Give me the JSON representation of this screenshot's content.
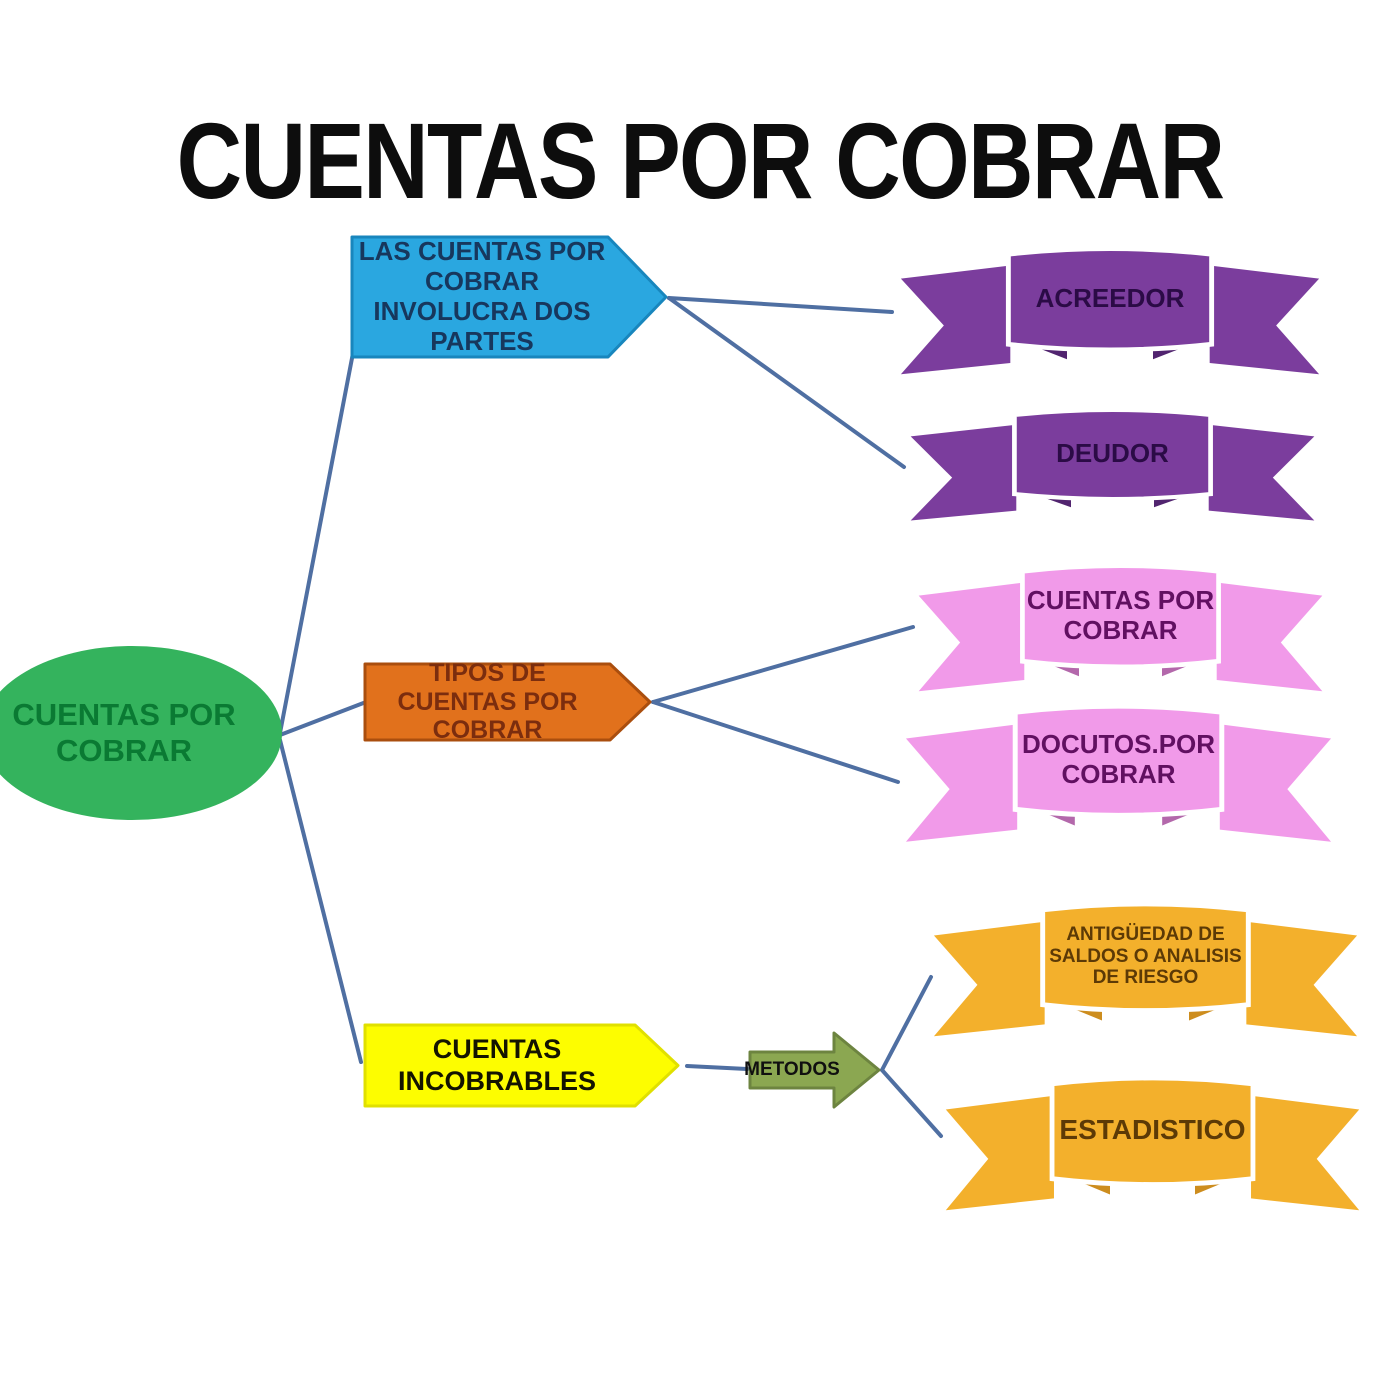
{
  "title": "CUENTAS POR COBRAR",
  "colors": {
    "background": "#ffffff",
    "title_text": "#0d0d0d",
    "connector": "#4f6fa2"
  },
  "nodes": {
    "root": {
      "shape": "ellipse",
      "label": "CUENTAS POR COBRAR",
      "fill": "#34b35d",
      "text_color": "#0a7a33"
    },
    "dos_partes": {
      "shape": "pentagon",
      "label": "LAS CUENTAS POR COBRAR INVOLUCRA DOS PARTES",
      "fill": "#2aa7e0",
      "border": "#1886bd",
      "text_color": "#17375d"
    },
    "acreedor": {
      "shape": "ribbon",
      "label": "ACREEDOR",
      "fill": "#7b3d9d",
      "fold": "#51246f",
      "text_color": "#2b0b46"
    },
    "deudor": {
      "shape": "ribbon",
      "label": "DEUDOR",
      "fill": "#7b3d9d",
      "fold": "#51246f",
      "text_color": "#2b0b46"
    },
    "tipos": {
      "shape": "pentagon",
      "label": "TIPOS DE CUENTAS POR COBRAR",
      "fill": "#e1711c",
      "border": "#aa4e0e",
      "text_color": "#7b2d0e"
    },
    "cuentas_cobrar": {
      "shape": "ribbon",
      "label": "CUENTAS POR COBRAR",
      "fill": "#f19ae9",
      "fold": "#b368ab",
      "text_color": "#611061"
    },
    "docutos": {
      "shape": "ribbon",
      "label": "DOCUTOS.POR COBRAR",
      "fill": "#f19ae9",
      "fold": "#b368ab",
      "text_color": "#611061"
    },
    "incobrables": {
      "shape": "pentagon",
      "label": "CUENTAS INCOBRABLES",
      "fill": "#fdfd00",
      "border": "#e0e000",
      "text_color": "#141400"
    },
    "metodos": {
      "shape": "arrow",
      "label": "METODOS",
      "fill": "#8ba751",
      "border": "#6d8440",
      "text_color": "#101010"
    },
    "antiguedad": {
      "shape": "ribbon",
      "label": "ANTIGÜEDAD DE SALDOS O ANALISIS DE RIESGO",
      "fill": "#f3b02c",
      "fold": "#cd8d1e",
      "text_color": "#5c3a06"
    },
    "estadistico": {
      "shape": "ribbon",
      "label": "ESTADISTICO",
      "fill": "#f3b02c",
      "fold": "#cd8d1e",
      "text_color": "#5c3a06"
    }
  },
  "edges": [
    {
      "from": "root",
      "to": "dos_partes"
    },
    {
      "from": "root",
      "to": "tipos"
    },
    {
      "from": "root",
      "to": "incobrables"
    },
    {
      "from": "dos_partes",
      "to": "acreedor"
    },
    {
      "from": "dos_partes",
      "to": "deudor"
    },
    {
      "from": "tipos",
      "to": "cuentas_cobrar"
    },
    {
      "from": "tipos",
      "to": "docutos"
    },
    {
      "from": "incobrables",
      "to": "metodos"
    },
    {
      "from": "metodos",
      "to": "antiguedad"
    },
    {
      "from": "metodos",
      "to": "estadistico"
    }
  ]
}
